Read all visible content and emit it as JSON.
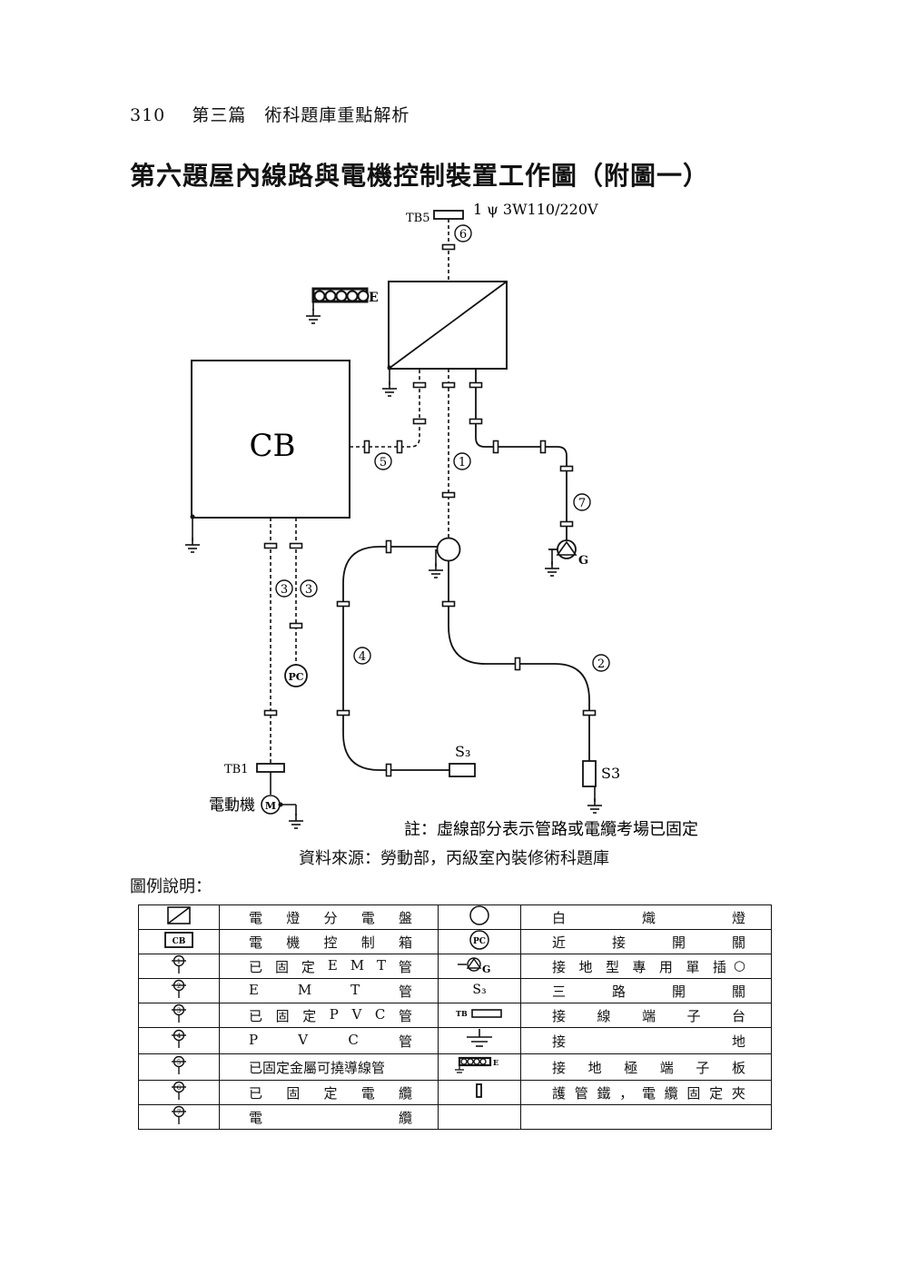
{
  "header": {
    "page_number": "310",
    "section": "第三篇　術科題庫重點解析"
  },
  "title": "第六題屋內線路與電機控制裝置工作圖（附圖一）",
  "diagram": {
    "supply": "1 ψ 3W110/220V",
    "tb5": "TB5",
    "tb1": "TB1",
    "cb": "CB",
    "pc": "PC",
    "motor_label": "電動機",
    "motor_symbol": "M",
    "ground_bar_label": "E",
    "outlet_label": "G",
    "s3_a": "S₃",
    "s3_b": "S3",
    "circle_numbers": {
      "n1": "1",
      "n2": "2",
      "n3a": "3",
      "n3b": "3",
      "n4": "4",
      "n5": "5",
      "n6": "6",
      "n7": "7"
    },
    "note": "註：虛線部分表示管路或電纜考場已固定"
  },
  "source": "資料來源：勞動部，丙級室內裝修術科題庫",
  "legend_heading": "圖例說明：",
  "legend": {
    "rows": [
      {
        "left": "電燈分電盤",
        "right": "白熾燈"
      },
      {
        "left": "電機控制箱",
        "right": "近接開關"
      },
      {
        "left": "已固定EMT管",
        "right": "接地型專用單插"
      },
      {
        "left": "EMT管",
        "right": "三路開關"
      },
      {
        "left": "已固定PVC管",
        "right": "接線端子台"
      },
      {
        "left": "PVC管",
        "right": "接地"
      },
      {
        "left": "已固定金屬可撓導線管",
        "right": "接地極端子板"
      },
      {
        "left": "已固定電纜",
        "right": "護管鐵，電纜固定夾"
      },
      {
        "left": "電纜",
        "right": ""
      }
    ],
    "symbols": {
      "cb": "CB",
      "pc": "PC",
      "g": "G",
      "s3": "S₃",
      "tb": "TB",
      "e": "E",
      "n1": "1",
      "n2": "2",
      "n3": "3",
      "n4": "4",
      "n5": "5",
      "n6": "6",
      "n7": "7"
    }
  }
}
